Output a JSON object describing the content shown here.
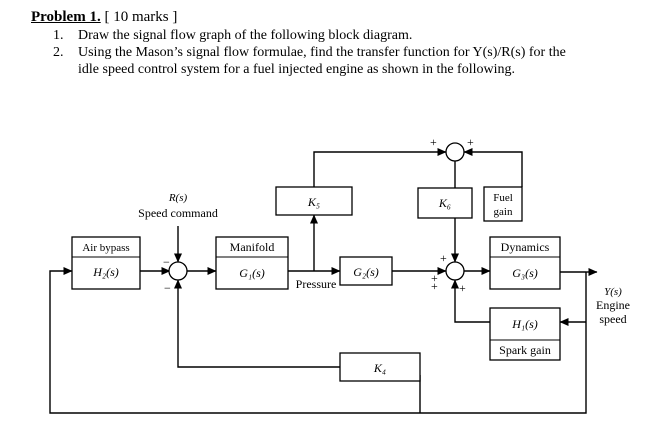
{
  "problem": {
    "label": "Problem 1.",
    "marks": " [ 10 marks ]",
    "items": [
      {
        "num": "1.",
        "lines": [
          "Draw the signal flow graph of the following block diagram."
        ]
      },
      {
        "num": "2.",
        "lines": [
          "Using the Mason’s signal flow formulae, find the transfer function for Y(s)/R(s) for the",
          "idle speed control system for a fuel injected engine as shown in the following."
        ]
      }
    ]
  },
  "diagram": {
    "input": {
      "symbol": "R(s)",
      "label": "Speed command"
    },
    "output": {
      "symbol": "Y(s)",
      "label_lines": [
        "Engine",
        "speed"
      ]
    },
    "blocks": {
      "air_bypass": {
        "title": "Air bypass",
        "tf": "H₂(s)"
      },
      "manifold": {
        "title": "Manifold",
        "tf": "G₁(s)"
      },
      "g2": {
        "tf": "G₂(s)"
      },
      "k5": {
        "tf": "K₅"
      },
      "k6": {
        "tf": "K₆"
      },
      "fuel_gain": {
        "title_lines": [
          "Fuel",
          "gain"
        ]
      },
      "dynamics": {
        "title": "Dynamics",
        "tf": "G₃(s)"
      },
      "spark_gain": {
        "tf": "H₁(s)",
        "title": "Spark gain"
      },
      "k4": {
        "tf": "K₄"
      }
    },
    "signals": {
      "pressure": "Pressure"
    },
    "signs": {
      "sum1_left": "−",
      "sum1_bottom": "−",
      "top_left": "+",
      "top_right": "+",
      "sum2_top": "+",
      "sum2_bottom": "+",
      "sum2_left": "+",
      "sum2_bottom_inner": "+"
    }
  }
}
